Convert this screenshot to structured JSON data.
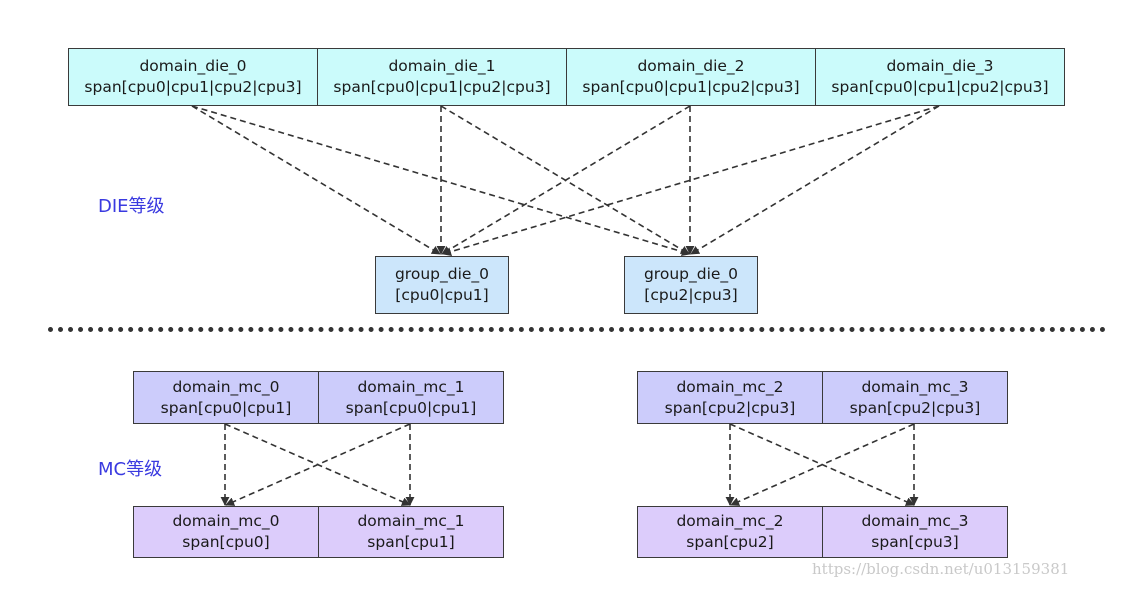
{
  "die_level": {
    "label": "DIE等级",
    "domains": [
      {
        "name": "domain_die_0",
        "span": "span[cpu0|cpu1|cpu2|cpu3]"
      },
      {
        "name": "domain_die_1",
        "span": "span[cpu0|cpu1|cpu2|cpu3]"
      },
      {
        "name": "domain_die_2",
        "span": "span[cpu0|cpu1|cpu2|cpu3]"
      },
      {
        "name": "domain_die_3",
        "span": "span[cpu0|cpu1|cpu2|cpu3]"
      }
    ],
    "groups": [
      {
        "name": "group_die_0",
        "cpus": "[cpu0|cpu1]"
      },
      {
        "name": "group_die_0",
        "cpus": "[cpu2|cpu3]"
      }
    ]
  },
  "mc_level": {
    "label": "MC等级",
    "left": {
      "domains": [
        {
          "name": "domain_mc_0",
          "span": "span[cpu0|cpu1]"
        },
        {
          "name": "domain_mc_1",
          "span": "span[cpu0|cpu1]"
        }
      ],
      "children": [
        {
          "name": "domain_mc_0",
          "span": "span[cpu0]"
        },
        {
          "name": "domain_mc_1",
          "span": "span[cpu1]"
        }
      ]
    },
    "right": {
      "domains": [
        {
          "name": "domain_mc_2",
          "span": "span[cpu2|cpu3]"
        },
        {
          "name": "domain_mc_3",
          "span": "span[cpu2|cpu3]"
        }
      ],
      "children": [
        {
          "name": "domain_mc_2",
          "span": "span[cpu2]"
        },
        {
          "name": "domain_mc_3",
          "span": "span[cpu3]"
        }
      ]
    }
  },
  "watermark": "https://blog.csdn.net/u013159381",
  "colors": {
    "die_domain": "#cbfbfb",
    "group": "#cce6fb",
    "mc_domain": "#ccccfb",
    "mc_child": "#dcccfb",
    "level_label": "#3a3ae0"
  }
}
